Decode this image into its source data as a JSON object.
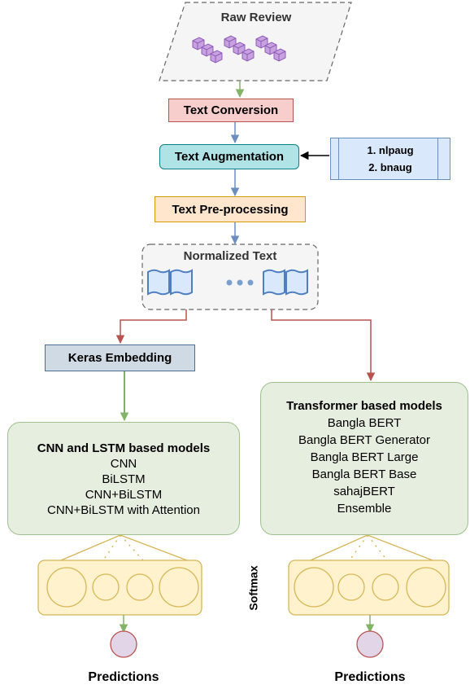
{
  "raw_review": {
    "title": "Raw Review"
  },
  "steps": {
    "text_conversion": "Text Conversion",
    "text_augmentation": "Text Augmentation",
    "text_preprocessing": "Text Pre-processing",
    "normalized_text": "Normalized Text",
    "keras_embedding": "Keras Embedding"
  },
  "augmentation_tools": [
    "1. nlpaug",
    "2. bnaug"
  ],
  "cnn_lstm": {
    "title": "CNN and LSTM based models",
    "items": [
      "CNN",
      "BiLSTM",
      "CNN+BiLSTM",
      "CNN+BiLSTM with Attention"
    ]
  },
  "transformer": {
    "title": "Transformer based models",
    "items": [
      "Bangla BERT",
      "Bangla BERT Generator",
      "Bangla BERT Large",
      "Bangla BERT Base",
      "sahajBERT",
      "Ensemble"
    ]
  },
  "softmax_label": "Softmax",
  "predictions_left": "Predictions",
  "predictions_right": "Predictions",
  "colors": {
    "arrow_green": "#82b366",
    "arrow_blue": "#6c8ebf",
    "arrow_red": "#b85450",
    "conversion_fill": "#f8cecc",
    "augmentation_fill": "#b0e3e6",
    "preprocessing_fill": "#ffe6cc",
    "tools_fill": "#dae8fc",
    "embedding_fill": "#d0dae4",
    "models_fill": "#e6eedf",
    "softmax_fill": "#fff2cc",
    "prediction_fill": "#e1d5e7"
  }
}
